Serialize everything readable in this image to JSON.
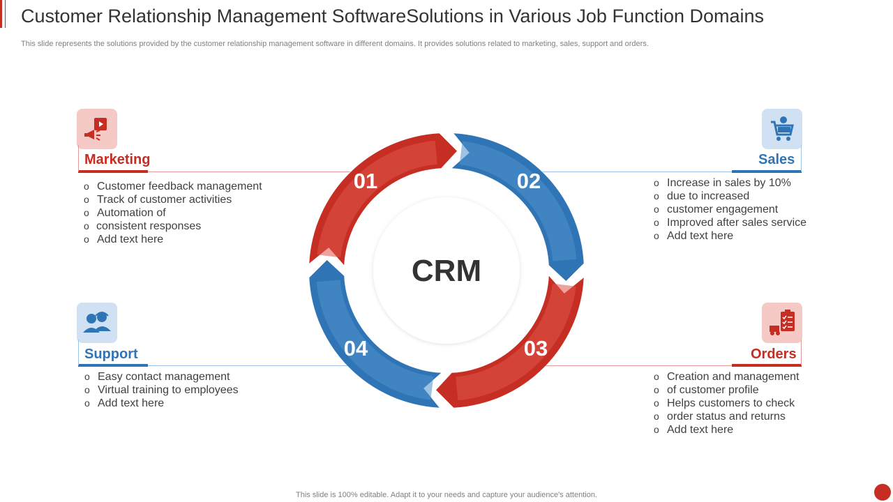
{
  "title": "Customer Relationship Management SoftwareSolutions in Various Job Function Domains",
  "subtitle": "This slide represents the solutions provided by the customer relationship management software in different domains. It provides solutions related to marketing, sales, support and orders.",
  "footer": "This slide is 100% editable. Adapt it to your needs and capture your audience's attention.",
  "center_label": "CRM",
  "colors": {
    "red": "#c62d23",
    "blue": "#2f75b5"
  },
  "segments": [
    {
      "number": "01",
      "color": "red"
    },
    {
      "number": "02",
      "color": "blue"
    },
    {
      "number": "03",
      "color": "red"
    },
    {
      "number": "04",
      "color": "blue"
    }
  ],
  "domains": {
    "marketing": {
      "label": "Marketing",
      "icon": "megaphone-video-icon",
      "items": [
        "Customer feedback management",
        "Track of customer activities",
        "Automation of",
        "consistent responses",
        "Add text here"
      ]
    },
    "sales": {
      "label": "Sales",
      "icon": "shopping-cart-icon",
      "items": [
        "Increase  in sales by 10%",
        "due to increased",
        "customer engagement",
        "Improved after sales service",
        "Add text here"
      ]
    },
    "support": {
      "label": "Support",
      "icon": "headset-users-icon",
      "items": [
        "Easy contact management",
        "Virtual training to employees",
        "Add text here"
      ]
    },
    "orders": {
      "label": "Orders",
      "icon": "delivery-checklist-icon",
      "items": [
        "Creation and management",
        "of customer profile",
        "Helps customers to check",
        "order status and returns",
        "Add text here"
      ]
    }
  }
}
